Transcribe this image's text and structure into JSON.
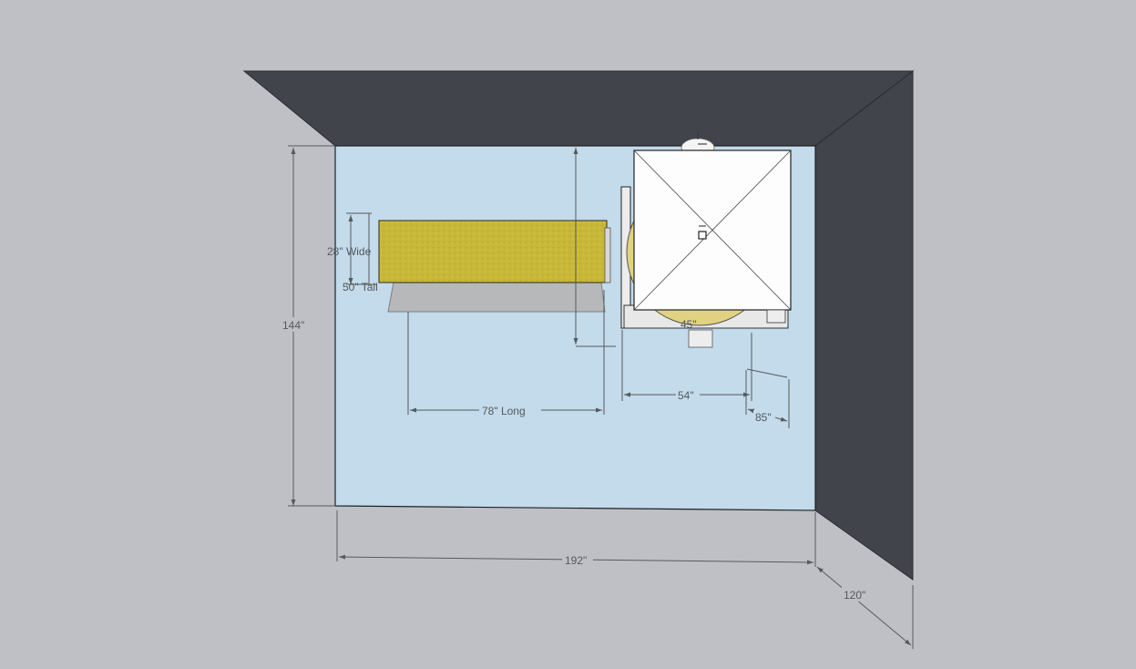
{
  "colors": {
    "background": "#bfc0c6",
    "wall": "#41444b",
    "floor": "#c3dbeb",
    "rug": "#c8b83a",
    "pad": "#b7b8b9",
    "bed": "#fdfdfd",
    "round_table": "#e0d280",
    "dimension": "#555a5e"
  },
  "dimensions": {
    "room_width": "192\"",
    "room_depth": "144\"",
    "wall_height": "120\"",
    "item_long": "78\" Long",
    "item_wide": "28\" Wide",
    "item_tall": "50\" Tall",
    "bed_offset": "54\"",
    "angle": "45\"",
    "clearance": "85\""
  }
}
